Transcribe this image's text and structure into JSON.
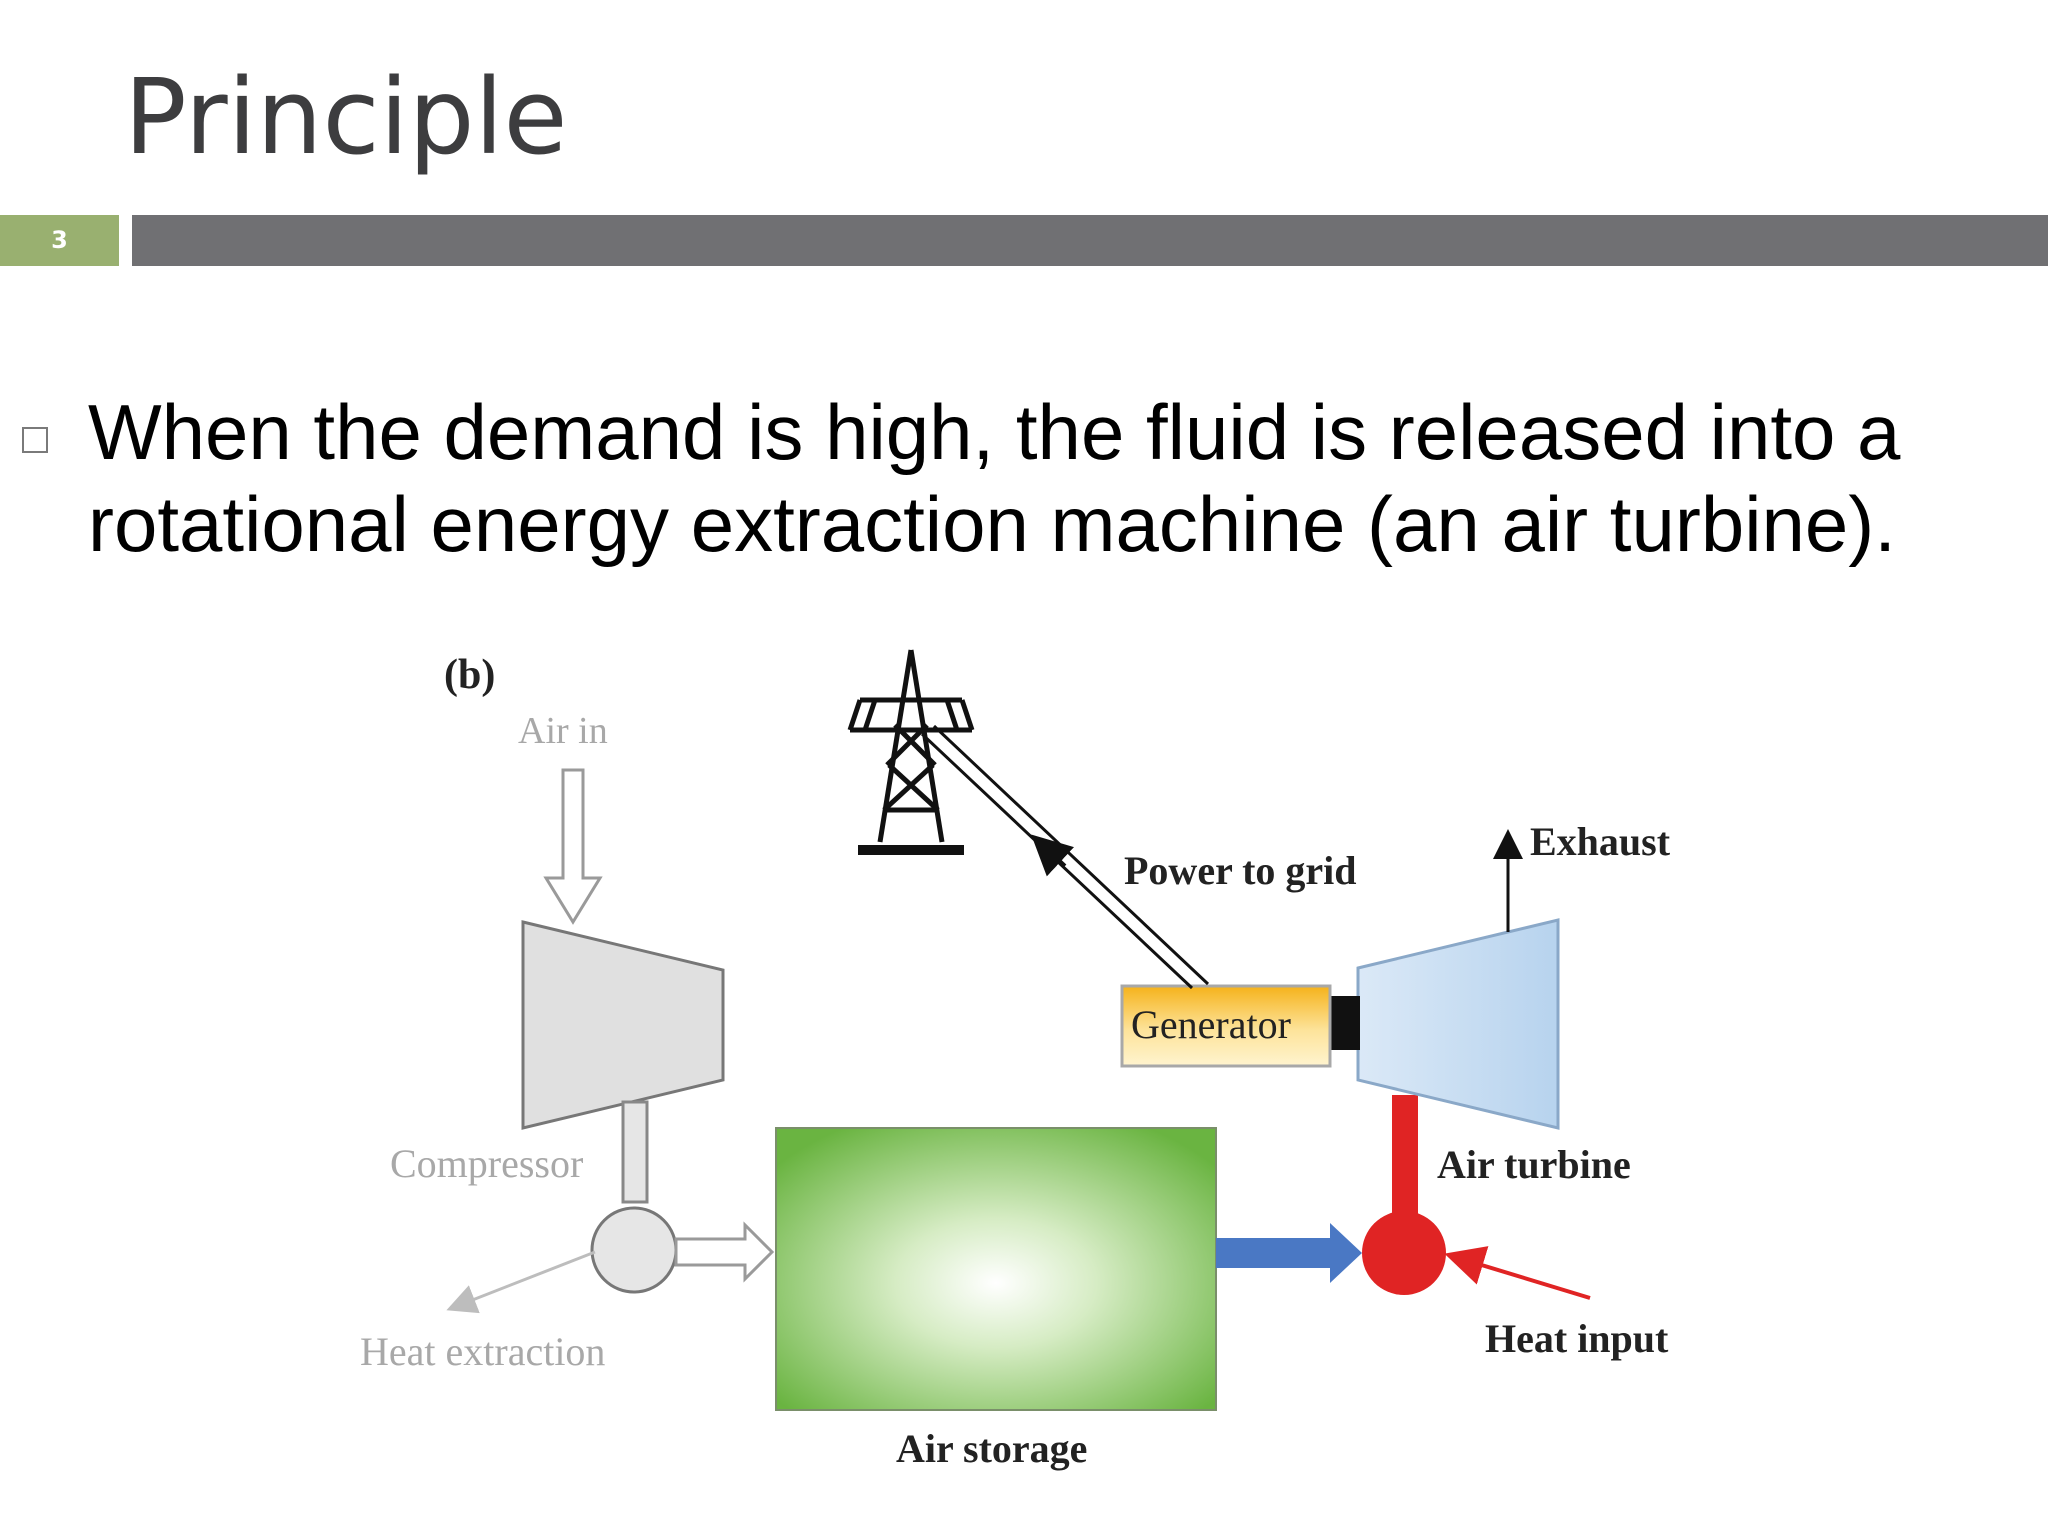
{
  "slide": {
    "title": "Principle",
    "page_number": "3",
    "bullet": "When the demand is high, the fluid is released into a rotational energy extraction machine (an air turbine)."
  },
  "colors": {
    "accent_green": "#99b070",
    "bar_gray": "#707073",
    "title_color": "#3d3d3f"
  },
  "figure": {
    "panel_label": "(b)",
    "labels": {
      "air_in": "Air in",
      "compressor": "Compressor",
      "heat_extraction": "Heat extraction",
      "air_storage": "Air storage",
      "power_to_grid": "Power to grid",
      "generator": "Generator",
      "exhaust": "Exhaust",
      "air_turbine": "Air turbine",
      "heat_input": "Heat input"
    },
    "icons": [
      "transmission-tower-icon"
    ]
  }
}
